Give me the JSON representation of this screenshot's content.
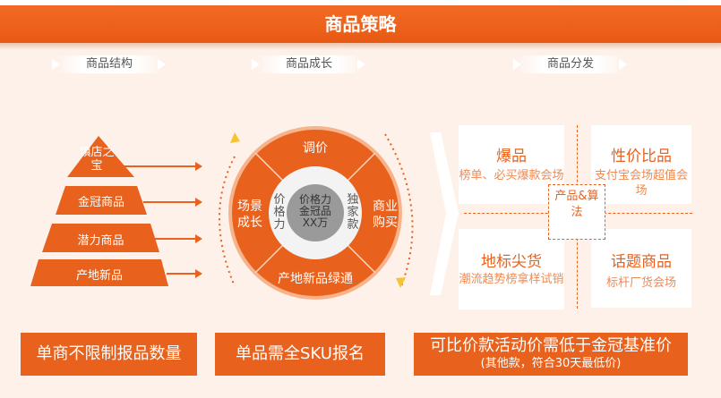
{
  "title": "商品策略",
  "sections": [
    "商品结构",
    "商品成长",
    "商品分发"
  ],
  "pyramid": [
    "镇店之宝",
    "金冠商品",
    "潜力商品",
    "产地新品"
  ],
  "circle": {
    "top": "调价",
    "left": "场景成长",
    "right": "商业购买",
    "bottom": "产地新品绿通",
    "inner_left": "价格力",
    "inner_right": "独家款",
    "core": "价格力金冠品XX万"
  },
  "quadrants": [
    {
      "title": "爆品",
      "sub": "榜单、必买爆款会场"
    },
    {
      "title": "性价比品",
      "sub": "支付宝会场超值会场"
    },
    {
      "title": "地标尖货",
      "sub": "潮流趋势榜拿样试销"
    },
    {
      "title": "话题商品",
      "sub": "标杆厂货会场"
    }
  ],
  "center": "产品&算法",
  "footer": [
    {
      "text": "单商不限制报品数量"
    },
    {
      "text": "单品需全SKU报名"
    },
    {
      "text": "可比价款活动价需低于金冠基准价",
      "sub": "(其他款，符合30天最低价)"
    }
  ],
  "colors": {
    "accent": "#e8611d",
    "background": "#fdf1ea",
    "core": "#9a9a9a"
  }
}
